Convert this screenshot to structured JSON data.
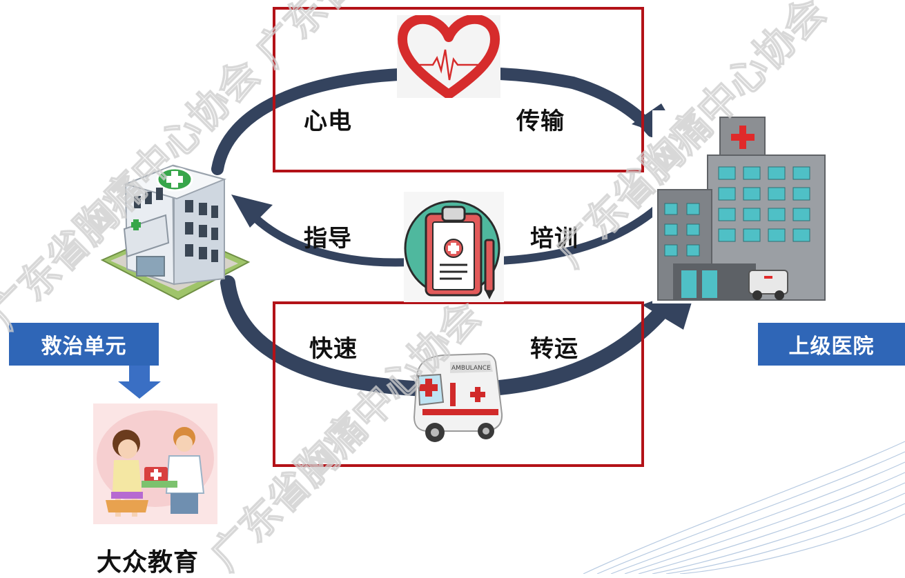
{
  "labels": {
    "ecg": "心电",
    "transmit": "传输",
    "guide": "指导",
    "training": "培训",
    "fast": "快速",
    "transport": "转运",
    "treatment_unit": "救治单元",
    "higher_hospital": "上级医院",
    "public_education": "大众教育",
    "ambulance_text": "AMBULANCE"
  },
  "watermark": "广东省胸痛中心协会",
  "colors": {
    "banner": "#2f66b7",
    "red_box": "#b31218",
    "arrow": "#34435e",
    "down_arrow": "#3a6fc4"
  }
}
